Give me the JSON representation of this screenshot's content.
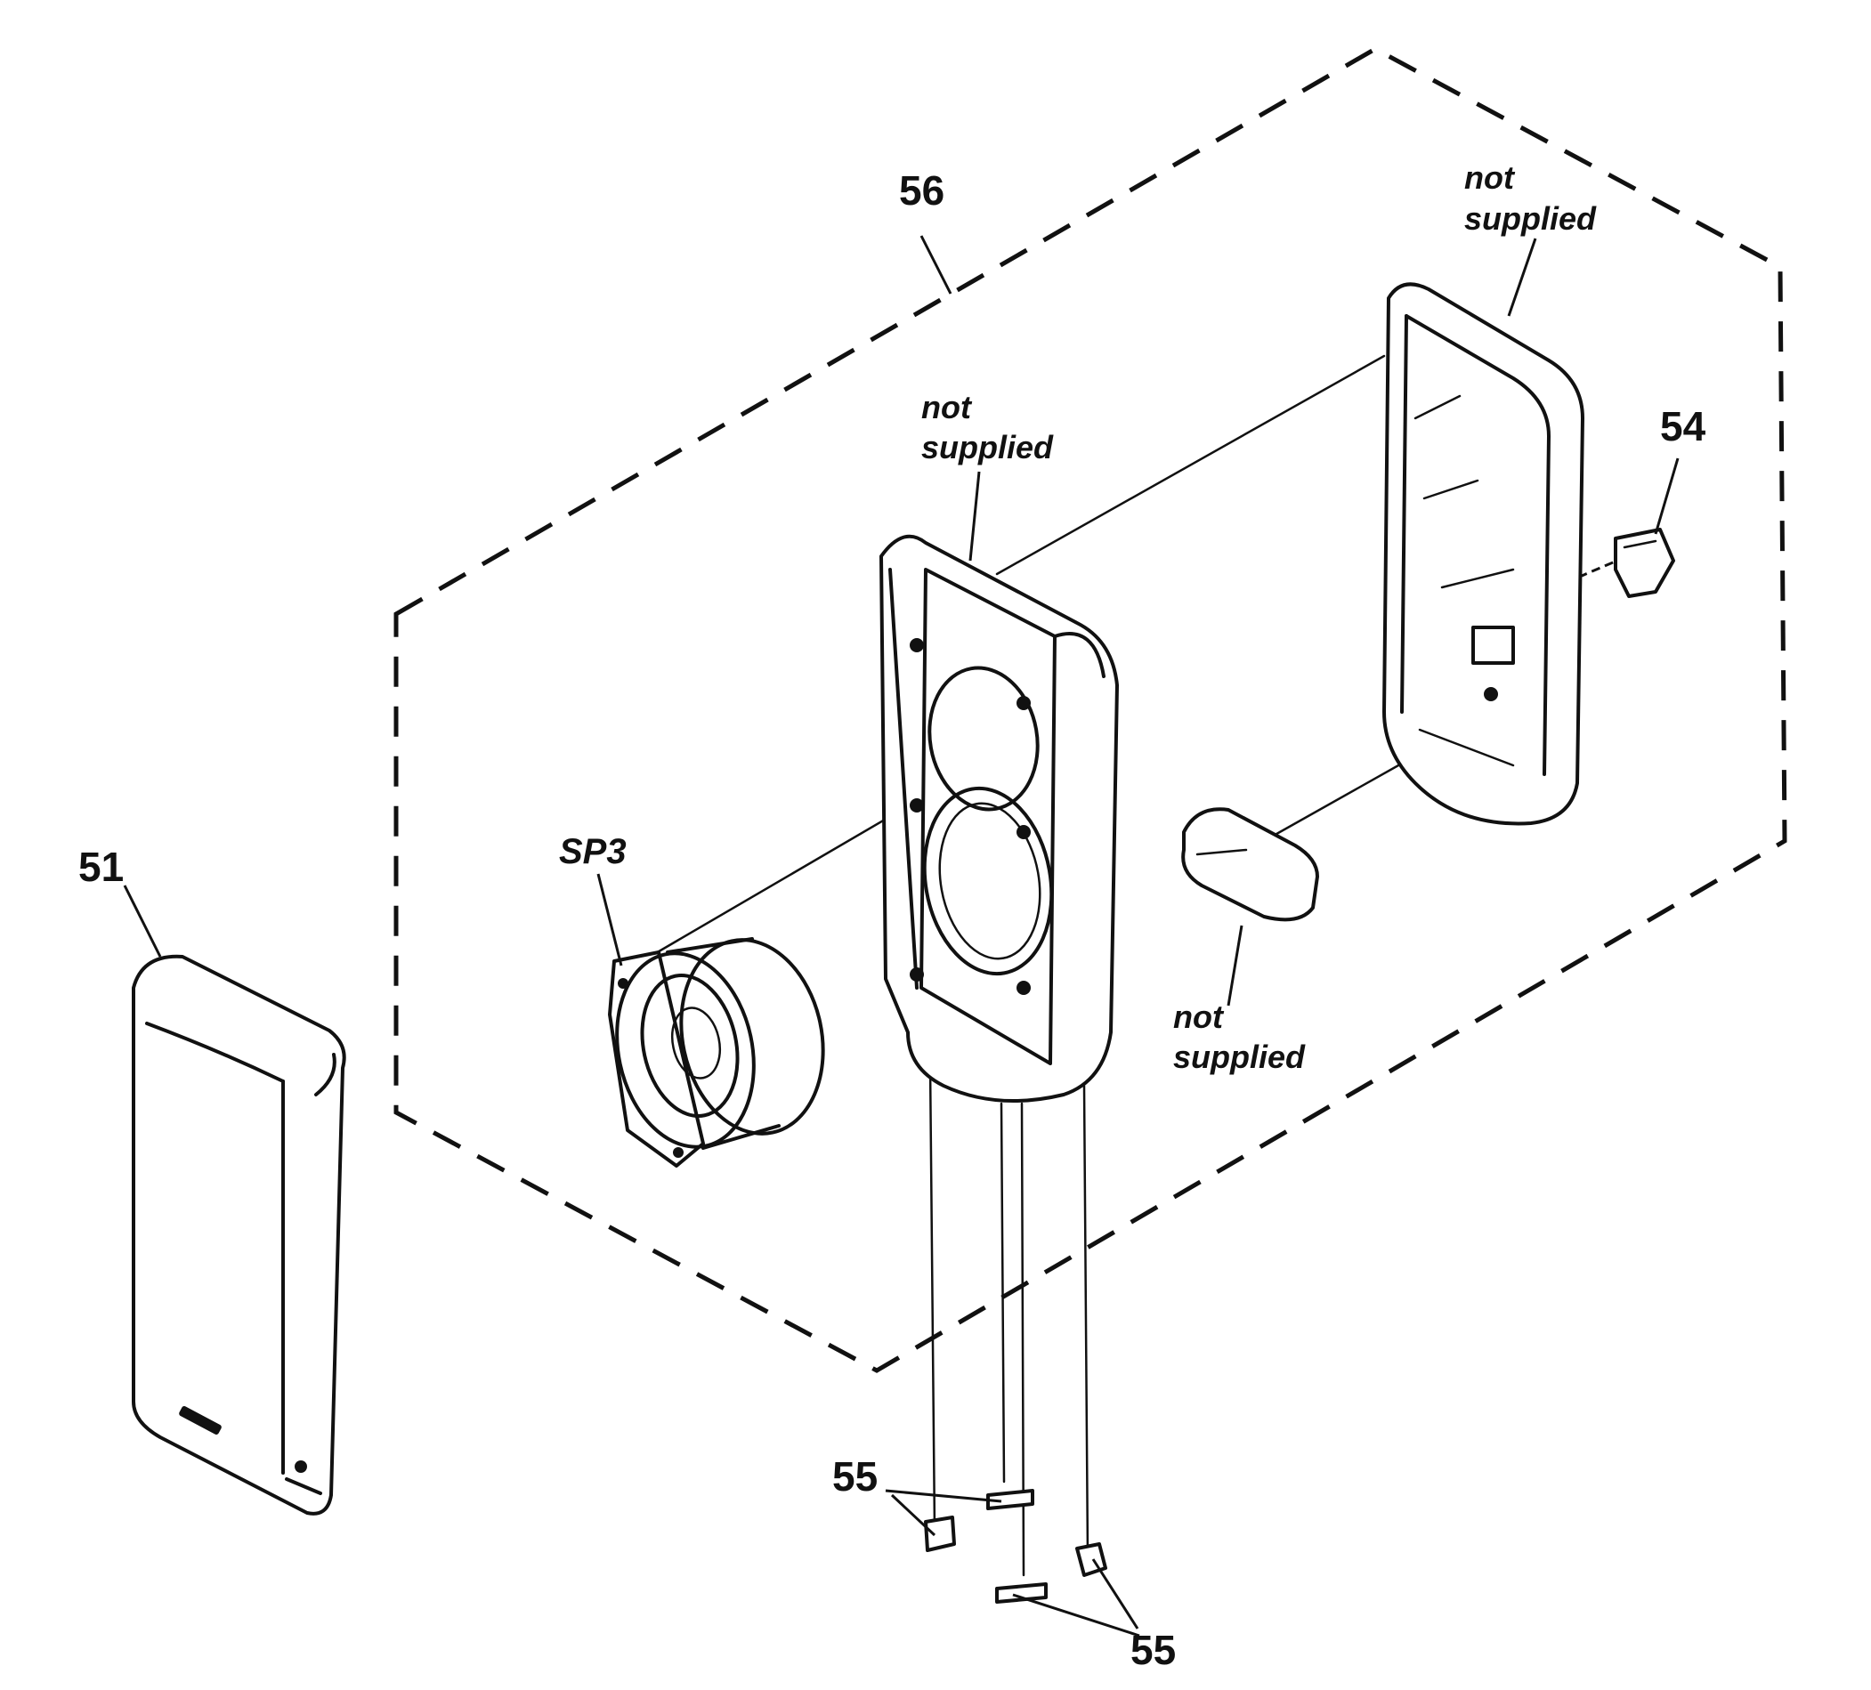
{
  "diagram": {
    "part_labels": {
      "p51": "51",
      "p54": "54",
      "p55_top": "55",
      "p55_bottom": "55",
      "p56": "56"
    },
    "ref_labels": {
      "sp3": "SP3"
    },
    "notes": {
      "front_frame_line1": "not",
      "front_frame_line2": "supplied",
      "rear_cabinet_line1": "not",
      "rear_cabinet_line2": "supplied",
      "cushion_line1": "not",
      "cushion_line2": "supplied"
    }
  }
}
